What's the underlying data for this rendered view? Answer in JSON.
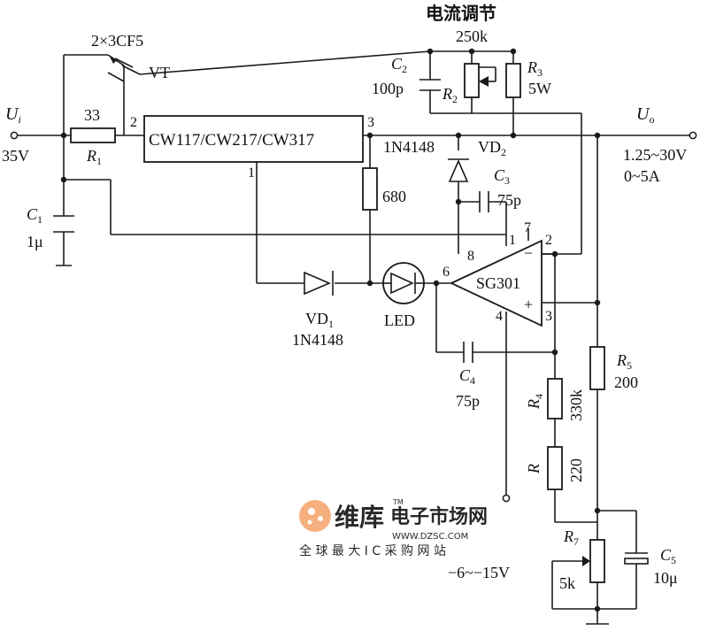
{
  "title": "电流调节",
  "transistor": {
    "type": "2×3CF5",
    "name": "VT"
  },
  "regulator": {
    "label": "CW117/CW217/CW317",
    "pin1": "1",
    "pin2": "2",
    "pin3": "3"
  },
  "input": {
    "label": "U",
    "sub": "i",
    "voltage": "35V"
  },
  "output": {
    "label": "U",
    "sub": "o",
    "voltage": "1.25~30V",
    "current": "0~5A"
  },
  "r1": {
    "value": "33",
    "label": "R",
    "sub": "1"
  },
  "c1": {
    "label": "C",
    "sub": "1",
    "value": "1μ"
  },
  "c2": {
    "label": "C",
    "sub": "2",
    "value": "100p"
  },
  "r2": {
    "label": "R",
    "sub": "2",
    "value": "250k"
  },
  "r3": {
    "label": "R",
    "sub": "3",
    "value": "5W"
  },
  "vd2": {
    "part": "1N4148",
    "label": "VD",
    "sub": "2"
  },
  "c3": {
    "label": "C",
    "sub": "3",
    "value": "75p"
  },
  "r680": {
    "value": "680"
  },
  "vd1": {
    "label": "VD",
    "sub": "1",
    "part": "1N4148"
  },
  "led": {
    "label": "LED"
  },
  "opamp": {
    "label": "SG301",
    "pin1": "1",
    "pin2": "2",
    "pin3": "3",
    "pin4": "4",
    "pin6": "6",
    "pin7": "7",
    "pin8": "8",
    "minus": "−",
    "plus": "+"
  },
  "c4": {
    "label": "C",
    "sub": "4",
    "value": "75p"
  },
  "r4": {
    "label": "R",
    "sub": "4",
    "value": "330k"
  },
  "r": {
    "label": "R",
    "value": "220"
  },
  "r5": {
    "label": "R",
    "sub": "5",
    "value": "200"
  },
  "r7": {
    "label": "R",
    "sub": "7",
    "value": "5k"
  },
  "c5": {
    "label": "C",
    "sub": "5",
    "value": "10μ"
  },
  "neg_supply": "−6~−15V",
  "watermark": {
    "brand": "维库",
    "name": "电子市场网",
    "url": "WWW.DZSC.COM",
    "slogan": "全 球 最 大 I C 采 购 网 站",
    "tm": "TM"
  },
  "colors": {
    "line": "#1a1a1a",
    "watermark": "#f4a36b"
  }
}
